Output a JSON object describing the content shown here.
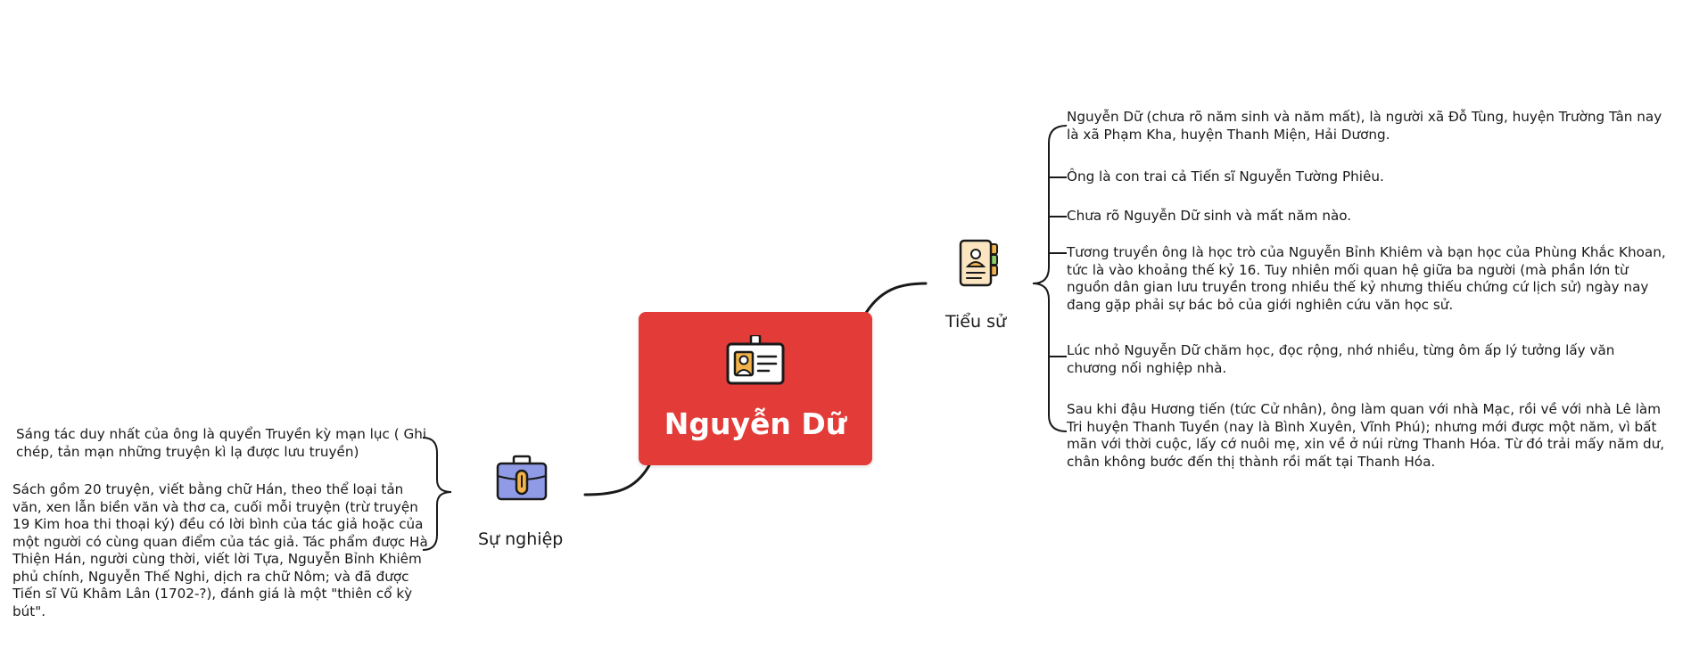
{
  "colors": {
    "accent": "#e23b38",
    "connector": "#1a1a1a",
    "icon_outline": "#1a1a1a"
  },
  "central_topic": {
    "title": "Nguyễn Dữ",
    "icon": "id-card-icon"
  },
  "branches": {
    "tieu_su": {
      "label": "Tiểu sử",
      "icon": "contact-book-icon",
      "items": [
        "Nguyễn Dữ (chưa rõ năm sinh và năm mất), là người xã Đỗ Tùng, huyện Trường Tân nay là xã Phạm Kha, huyện Thanh Miện, Hải Dương.",
        "Ông là con trai cả Tiến sĩ Nguyễn Tường Phiêu.",
        "Chưa rõ Nguyễn Dữ sinh và mất năm nào.",
        "Tương truyền ông là học trò của Nguyễn Bỉnh Khiêm và bạn học của Phùng Khắc Khoan, tức là vào khoảng thế kỷ 16. Tuy nhiên mối quan hệ giữa ba người (mà phần lớn từ nguồn dân gian lưu truyền trong nhiều thế kỷ nhưng thiếu chứng cứ lịch sử) ngày nay đang gặp phải sự bác bỏ của giới nghiên cứu văn học sử.",
        "Lúc nhỏ Nguyễn Dữ chăm học, đọc rộng, nhớ nhiều, từng ôm ấp lý tưởng lấy văn chương nối nghiệp nhà.",
        "Sau khi đậu Hương tiến (tức Cử nhân), ông làm quan với nhà Mạc, rồi về với nhà Lê làm Tri huyện Thanh Tuyền (nay là Bình Xuyên, Vĩnh Phú); nhưng mới được một năm, vì bất mãn với thời cuộc, lấy cớ nuôi mẹ, xin về ở núi rừng Thanh Hóa. Từ đó trải mấy năm dư, chân không bước đến thị thành rồi mất tại Thanh Hóa."
      ]
    },
    "su_nghiep": {
      "label": "Sự nghiệp",
      "icon": "briefcase-icon",
      "items": [
        "Sáng tác duy nhất của ông là quyển Truyền kỳ mạn lục ( Ghi chép, tản mạn những truyện kì lạ được lưu truyền)",
        "Sách gồm 20 truyện, viết bằng chữ Hán, theo thể loại tản văn, xen lẫn biền văn và thơ ca, cuối mỗi truyện (trừ truyện 19 Kim hoa thi thoại ký) đều có lời bình của tác giả hoặc của một người có cùng quan điểm của tác giả. Tác phẩm được Hà Thiện Hán, người cùng thời, viết lời Tựa, Nguyễn Bỉnh Khiêm phủ chính, Nguyễn Thế Nghi, dịch ra chữ Nôm; và đã được Tiến sĩ Vũ Khâm Lân (1702-?), đánh giá là một \"thiên cổ kỳ bút\"."
      ]
    }
  }
}
